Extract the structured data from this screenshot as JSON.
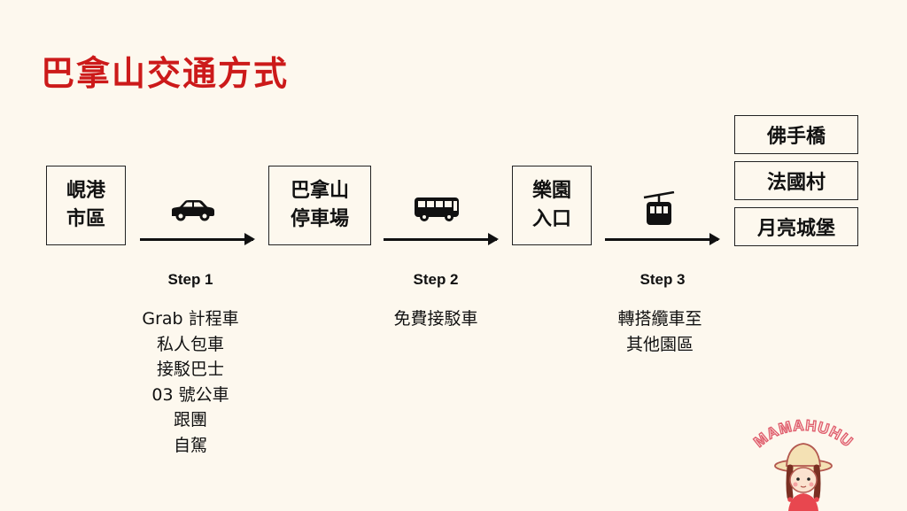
{
  "title": "巴拿山交通方式",
  "nodes": {
    "danang": "峴港\n市區",
    "parking": "巴拿山\n停車場",
    "entrance": "樂園\n入口"
  },
  "destinations": [
    "佛手橋",
    "法國村",
    "月亮城堡"
  ],
  "steps": [
    {
      "label": "Step 1",
      "icon": "car-icon",
      "options": [
        "Grab 計程車",
        "私人包車",
        "接駁巴士",
        "03 號公車",
        "跟團",
        "自駕"
      ]
    },
    {
      "label": "Step 2",
      "icon": "bus-icon",
      "options": [
        "免費接駁車"
      ]
    },
    {
      "label": "Step 3",
      "icon": "cable-car-icon",
      "options": [
        "轉搭纜車至",
        "其他園區"
      ]
    }
  ],
  "logo": {
    "text": "MAMAHUHU",
    "icon": "girl-mascot-icon"
  },
  "colors": {
    "title": "#cc1a1a",
    "background": "#fdf8ee",
    "logo": "#e05f6e"
  }
}
